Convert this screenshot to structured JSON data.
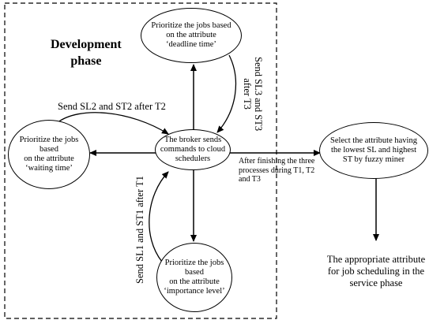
{
  "phase_title": "Development\nphase",
  "nodes": {
    "center": "The broker sends\ncommands to cloud\nschedulers",
    "top": "Prioritize the jobs based\non the attribute\n‘deadline time’",
    "left": "Prioritize the jobs\nbased\non the attribute\n‘waiting time’",
    "bottom": "Prioritize the jobs\nbased\non the attribute\n‘importance level’",
    "right": "Select the attribute having\nthe lowest SL and highest\nST by fuzzy miner"
  },
  "labels": {
    "send_sl2": "Send SL2 and ST2 after T2",
    "send_sl3": "Send SL3 and ST3\nafter T3",
    "send_sl1": "Send SL1 and ST1 after T1",
    "after_finishing": "After finishing the three\nprocesses during T1, T2\nand T3",
    "result": "The appropriate attribute\nfor job scheduling in the\nservice phase"
  }
}
